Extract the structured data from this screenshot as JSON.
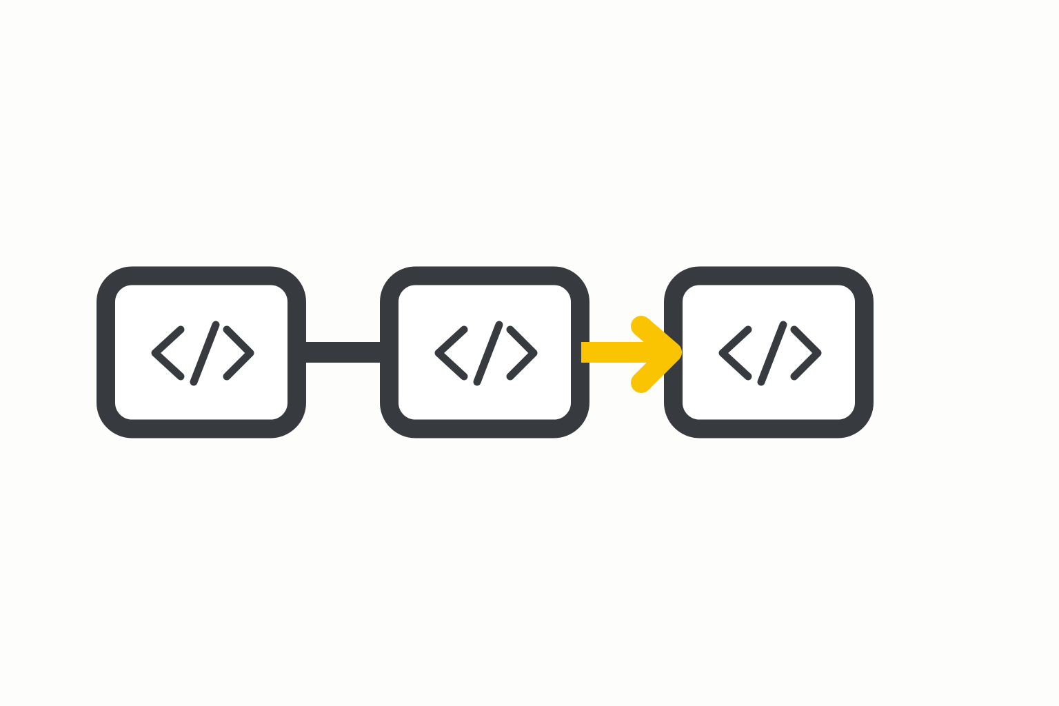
{
  "diagram": {
    "background": "#fdfdfc",
    "colors": {
      "outline": "#373b3f",
      "box_fill": "#ffffff",
      "accent": "#fbc403"
    },
    "nodes": [
      {
        "id": "node-1",
        "icon": "code-icon"
      },
      {
        "id": "node-2",
        "icon": "code-icon"
      },
      {
        "id": "node-3",
        "icon": "code-icon"
      }
    ],
    "connections": [
      {
        "from": "node-1",
        "to": "node-2",
        "style": "plain-line",
        "color": "#373b3f"
      },
      {
        "from": "node-2",
        "to": "node-3",
        "style": "arrow",
        "color": "#fbc403"
      }
    ]
  }
}
